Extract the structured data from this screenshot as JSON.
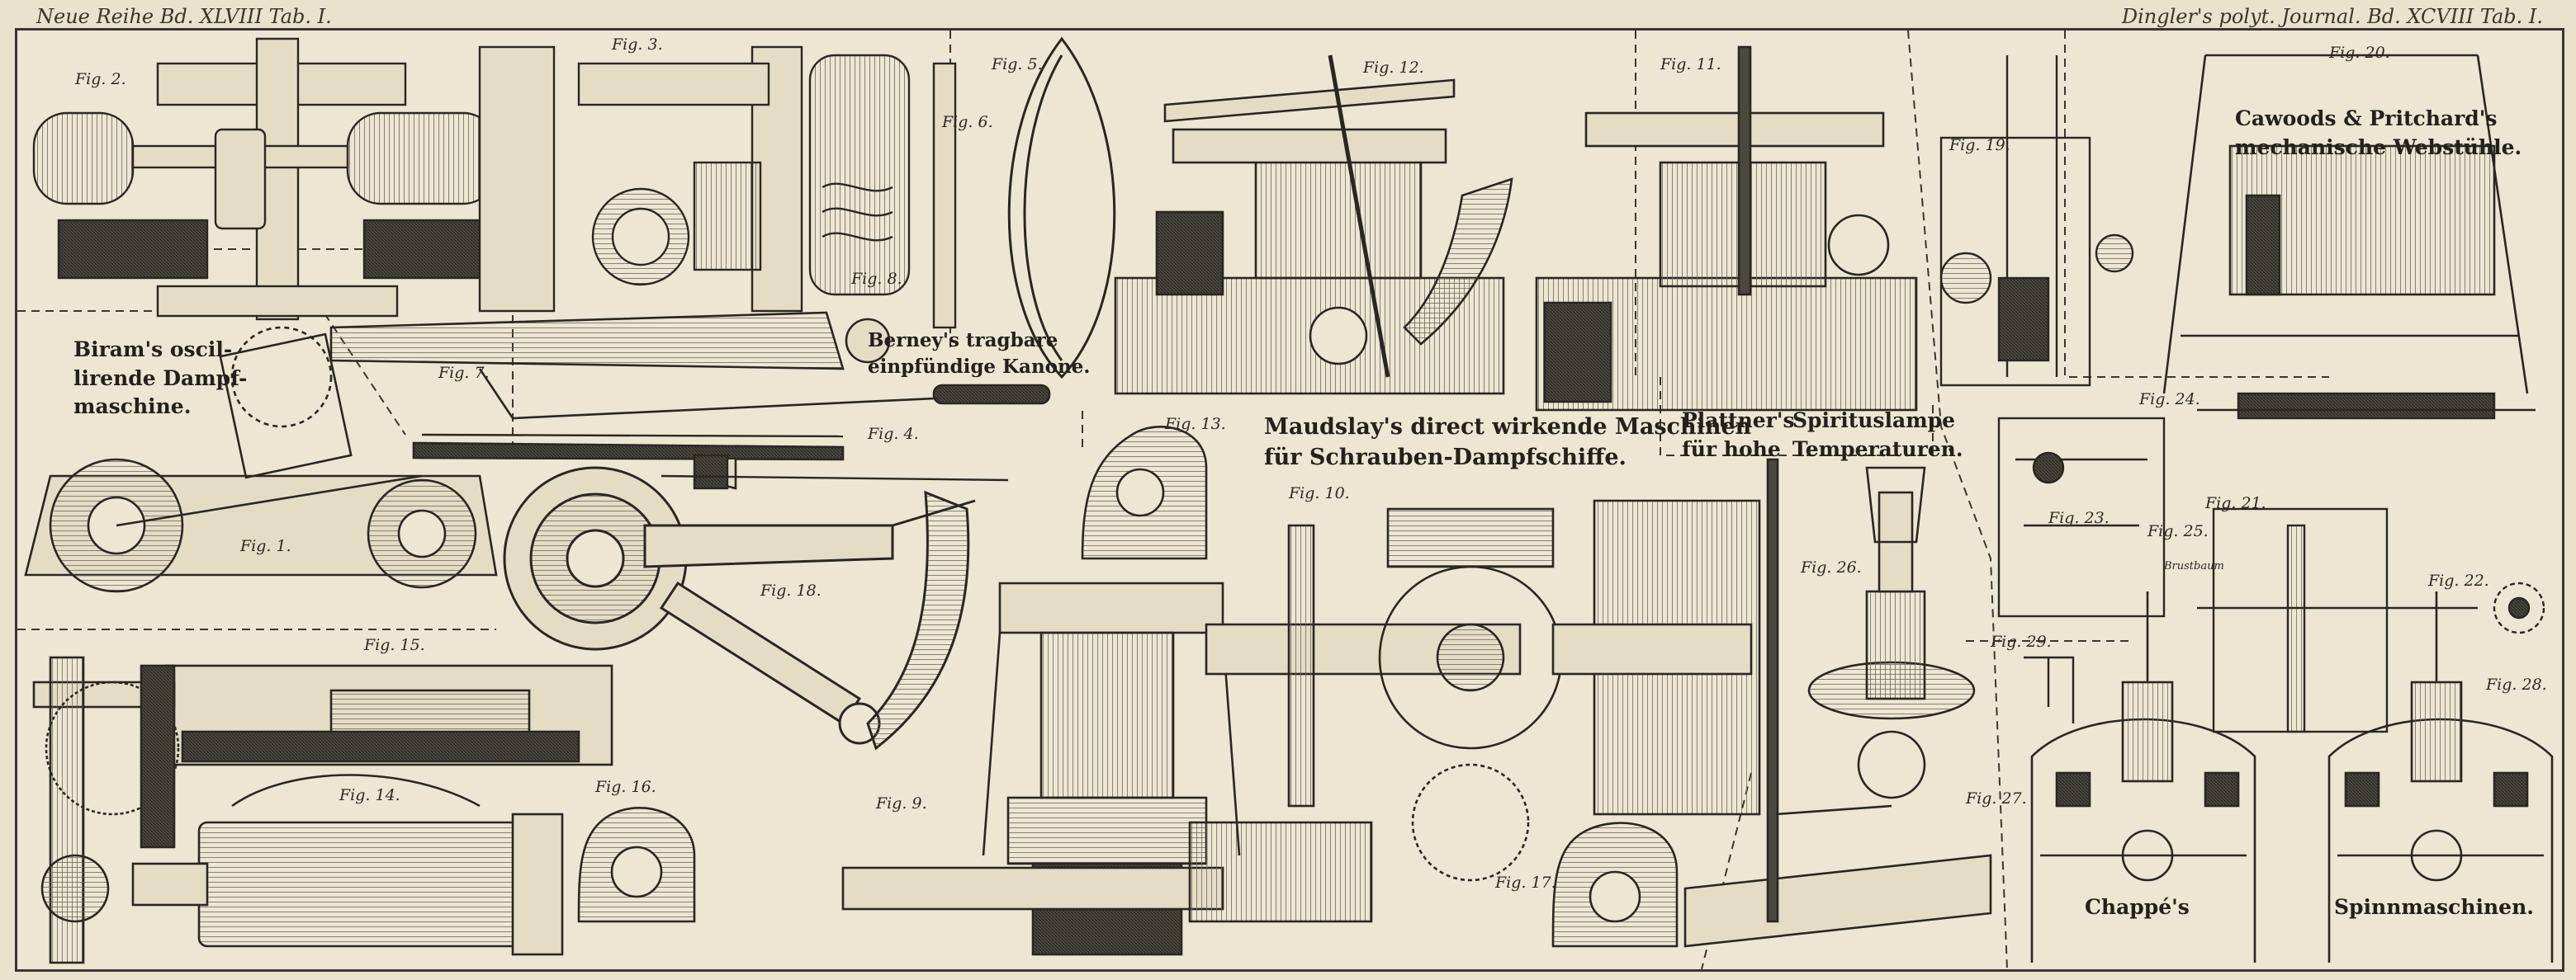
{
  "header": {
    "left": "Neue Reihe Bd. XLVIII Tab. I.",
    "right": "Dingler's polyt. Journal. Bd. XCVIII Tab. I."
  },
  "captions": {
    "biram": [
      "Biram's oscil-",
      "lirende Dampf-",
      "maschine."
    ],
    "berney": [
      "Berney's tragbare",
      "einpfündige Kanone."
    ],
    "maudslay": [
      "Maudslay's direct wirkende Maschinen",
      "für Schrauben-Dampfschiffe."
    ],
    "plattner": [
      "Plattner's",
      "für hohe"
    ],
    "spiritus": [
      "Spirituslampe",
      "Temperaturen."
    ],
    "cawood": [
      "Cawoods & Pritchard's",
      "mechanische Webstühle."
    ],
    "chappe": "Chappé's",
    "spinn": "Spinnmaschinen."
  },
  "figs": {
    "f1": "Fig. 1.",
    "f2": "Fig. 2.",
    "f3": "Fig. 3.",
    "f4": "Fig. 4.",
    "f5": "Fig. 5.",
    "f6": "Fig. 6.",
    "f7": "Fig. 7.",
    "f8": "Fig. 8.",
    "f9": "Fig. 9.",
    "f10": "Fig. 10.",
    "f11": "Fig. 11.",
    "f12": "Fig. 12.",
    "f13": "Fig. 13.",
    "f14": "Fig. 14.",
    "f15": "Fig. 15.",
    "f16": "Fig. 16.",
    "f17": "Fig. 17.",
    "f18": "Fig. 18.",
    "f19": "Fig. 19.",
    "f20": "Fig. 20.",
    "f21": "Fig. 21.",
    "f22": "Fig. 22.",
    "f23": "Fig. 23.",
    "f24": "Fig. 24.",
    "f25": "Fig. 25.",
    "f26": "Fig. 26.",
    "f27": "Fig. 27.",
    "f28": "Fig. 28.",
    "f29": "Fig. 29."
  },
  "labels": {
    "brustbaum": "Brustbaum"
  },
  "colors": {
    "paper": "#ece6d3",
    "ink": "#2a2722",
    "shade": "#8f8a7f"
  }
}
